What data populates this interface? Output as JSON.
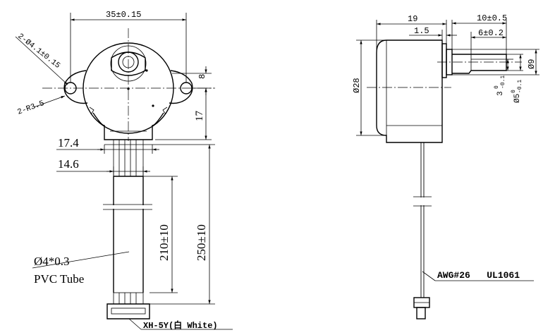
{
  "front_view": {
    "width_dim": "35±0.15",
    "hole_dim": "2-Ø4.1±0.15",
    "radius_dim": "2-R3.5",
    "tab_height": "8",
    "offset_dim": "17",
    "width_174": "17.4",
    "width_146": "14.6",
    "lead_210": "210±10",
    "lead_250": "250±10",
    "tube_size": "Ø4*0.3",
    "tube_type": "PVC Tube",
    "connector": "XH-5Y(白 White)"
  },
  "side_view": {
    "depth_19": "19",
    "flange_15": "1.5",
    "shaft_len": "10±0.5",
    "flat_len": "6±0.2",
    "body_dia": "Ø28",
    "shaft_dia9": "Ø9",
    "flat_3": "3",
    "flat_3_tol_top": "0",
    "flat_3_tol_bot": "-0.1",
    "shaft_5": "Ø5",
    "shaft_5_tol_top": "0",
    "shaft_5_tol_bot": "-0.1",
    "wire_spec": "AWG#26   UL1061"
  }
}
